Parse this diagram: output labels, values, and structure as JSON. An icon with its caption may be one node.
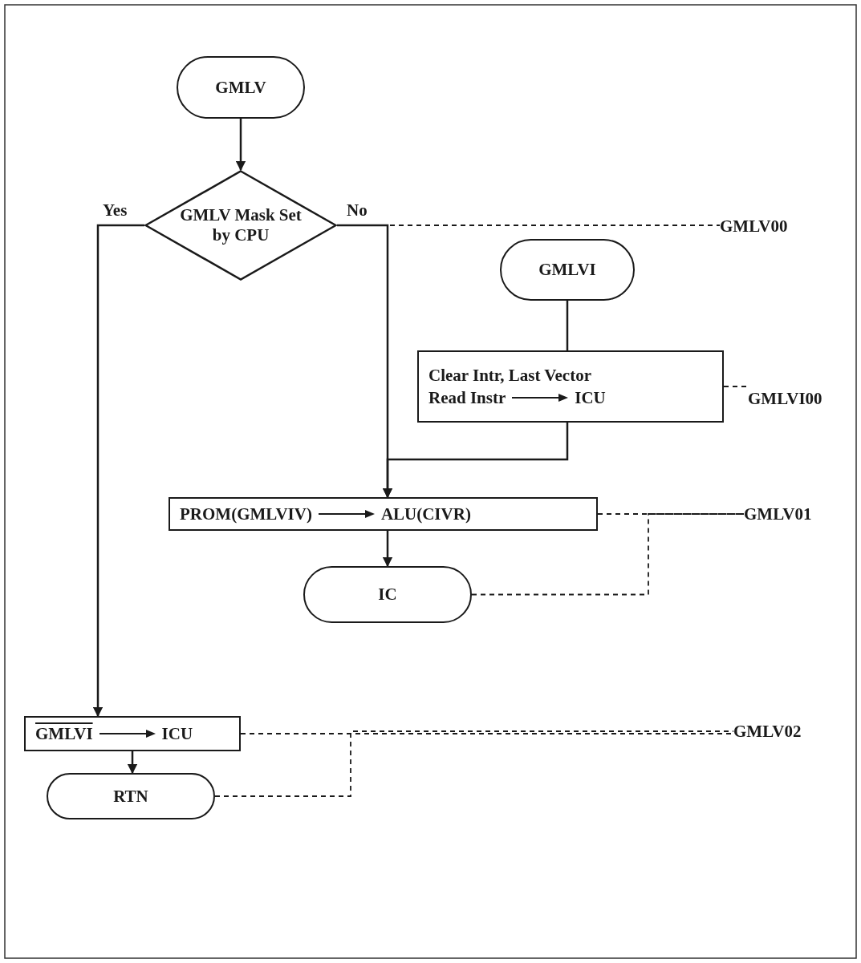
{
  "diagram": {
    "nodes": [
      {
        "text": [
          "GMLV"
        ]
      },
      {
        "text": [
          "GMLV Mask Set by CPU"
        ]
      },
      {
        "text": [
          "GMLVI"
        ]
      },
      {
        "text": [
          "Clear Intr, Last Vector",
          "Read Instr",
          "ICU"
        ]
      },
      {
        "text": [
          "PROM(GMLVIV)",
          "ALU(CIVR)"
        ]
      },
      {
        "text": [
          "IC"
        ]
      },
      {
        "text": [
          "GMLVI",
          "ICU"
        ]
      },
      {
        "text": [
          "RTN"
        ]
      },
      {
        "text": [
          "GMLV00"
        ]
      },
      {
        "text": [
          "GMLVI00"
        ]
      },
      {
        "text": [
          "GMLV01"
        ]
      },
      {
        "text": [
          "GMLV02"
        ]
      }
    ],
    "edges": [
      {
        "from": 0,
        "to": 1,
        "arrow": "to"
      },
      {
        "from": 1,
        "to": 6,
        "arrow": "to",
        "label": "Yes"
      },
      {
        "from": 1,
        "to": 4,
        "arrow": "to",
        "label": "No"
      },
      {
        "from": 2,
        "to": 3,
        "arrow": "none"
      },
      {
        "from": 3,
        "to": 4,
        "arrow": "to"
      },
      {
        "from": 4,
        "to": 5,
        "arrow": "to"
      },
      {
        "from": 6,
        "to": 7,
        "arrow": "to"
      },
      {
        "from": 1,
        "to": 8,
        "arrow": "none",
        "style": "dashed"
      },
      {
        "from": 3,
        "to": 9,
        "arrow": "none",
        "style": "dashed"
      },
      {
        "from": 4,
        "to": 10,
        "arrow": "none",
        "style": "dashed"
      },
      {
        "from": 5,
        "to": 10,
        "arrow": "none",
        "style": "dashed"
      },
      {
        "from": 6,
        "to": 11,
        "arrow": "none",
        "style": "dashed"
      },
      {
        "from": 7,
        "to": 11,
        "arrow": "none",
        "style": "dashed"
      }
    ]
  }
}
